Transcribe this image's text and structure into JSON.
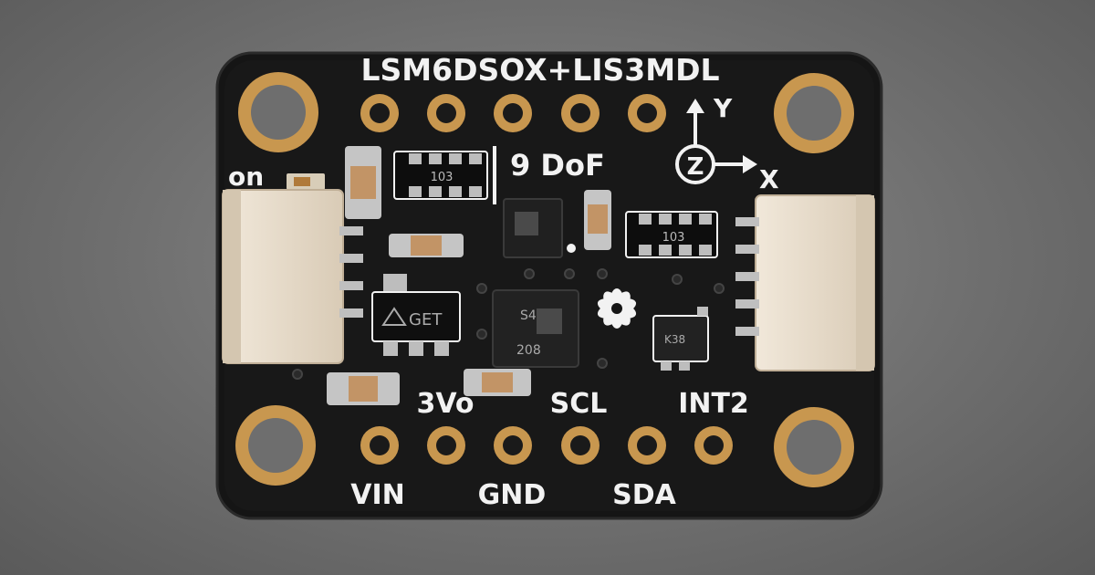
{
  "board": {
    "title": "LSM6DSOX+LIS3MDL",
    "subtitle": "9 DoF",
    "on_label": "on",
    "axes": {
      "y": "Y",
      "z": "Z",
      "x": "X"
    },
    "top_pins": 5,
    "bottom_pins_top_labels": [
      "3Vo",
      "SCL",
      "INT2"
    ],
    "bottom_pins_bottom_labels": [
      "VIN",
      "GND",
      "SDA"
    ],
    "resistor_array_marking": "103",
    "regulator_marking": "GET",
    "chip_main_marking": [
      "S4",
      "208"
    ],
    "chip_small_marking": "K38"
  },
  "colors": {
    "pcb": "#151515",
    "gold": "#c8974f",
    "silkscreen": "#f2f2f2",
    "connector": "#e8dccb"
  }
}
